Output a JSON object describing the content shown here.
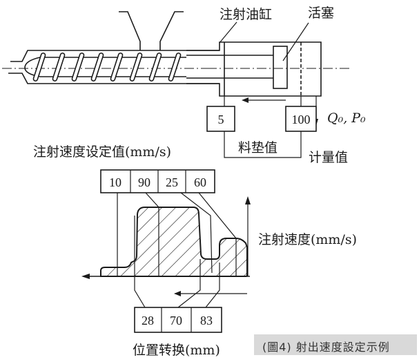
{
  "labels": {
    "injection_cylinder": "注射油缸",
    "piston": "活塞",
    "q_p": "Q₀, P₀",
    "cushion_value": "料垫值",
    "metering_value": "计量值",
    "speed_setting": "注射速度设定值(mm/s)",
    "injection_speed": "注射速度(mm/s)",
    "position_switch": "位置转换(mm)"
  },
  "cylinder_values": {
    "cushion": "5",
    "metering": "100"
  },
  "speed_settings": [
    "10",
    "90",
    "25",
    "60"
  ],
  "position_settings": [
    "28",
    "70",
    "83"
  ],
  "caption": "(圖4) 射出速度設定示例",
  "colors": {
    "line": "#1a1a1a",
    "caption_bg": "#d9d9d9",
    "caption_text": "#333333"
  }
}
